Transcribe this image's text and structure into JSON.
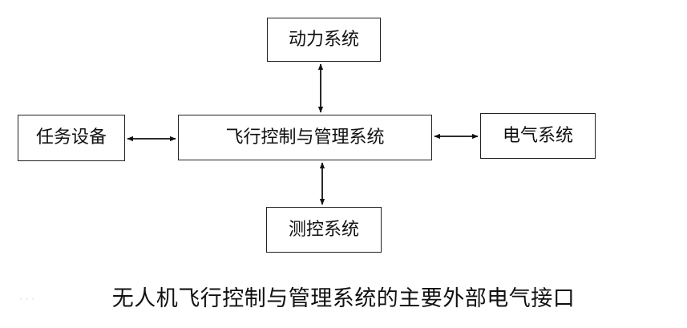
{
  "boxes": {
    "power": "动力系统",
    "mission": "任务设备",
    "fcms": "飞行控制与管理系统",
    "electric": "电气系统",
    "telemetry": "测控系统"
  },
  "caption": "无人机飞行控制与管理系统的主要外部电气接口",
  "colors": {
    "line": "#111111",
    "border": "#222222",
    "background": "#ffffff"
  },
  "connectors": [
    {
      "from": "fcms",
      "to": "power",
      "direction": "bidirectional"
    },
    {
      "from": "fcms",
      "to": "mission",
      "direction": "bidirectional"
    },
    {
      "from": "fcms",
      "to": "electric",
      "direction": "bidirectional"
    },
    {
      "from": "fcms",
      "to": "telemetry",
      "direction": "bidirectional"
    }
  ]
}
